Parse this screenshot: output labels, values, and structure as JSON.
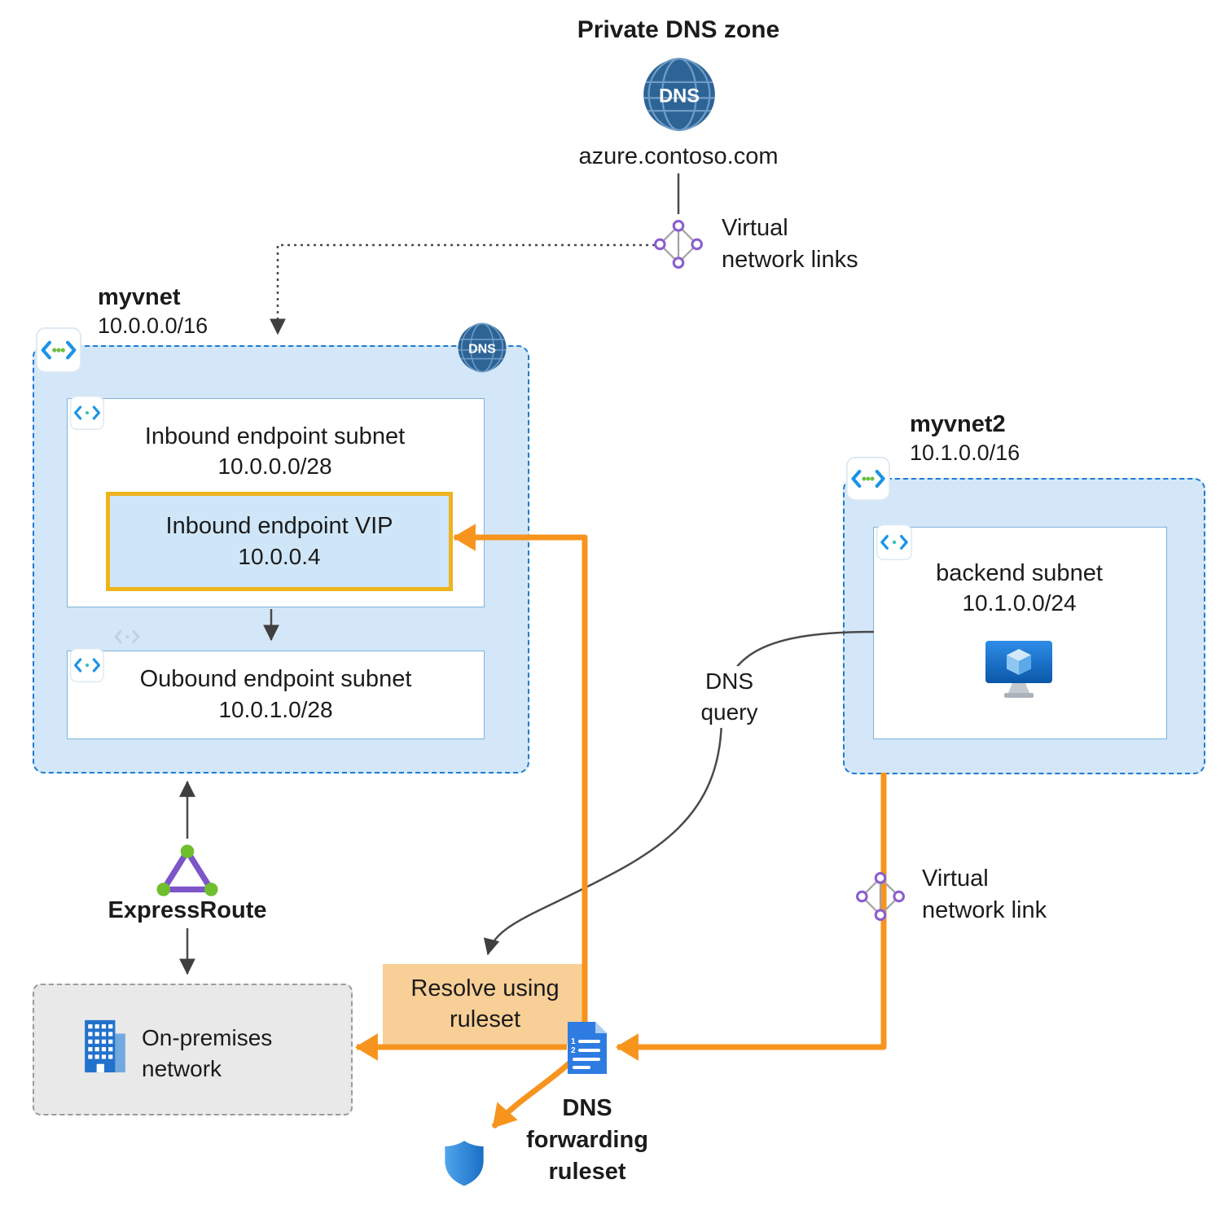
{
  "colors": {
    "vnet_fill": "#d3e7f8",
    "vnet_border": "#1e7ad4",
    "subnet_border": "#7fb3da",
    "vip_border": "#EDB41C",
    "orange_arrow": "#F7941E",
    "resolve_fill": "#F8CF96",
    "onprem_fill": "#E9E9E9",
    "dns_globe": "#2d6496"
  },
  "icons": {
    "dns_label": "DNS",
    "ruleset_item1": "1",
    "ruleset_item2": "2"
  },
  "private_dns_zone": {
    "title": "Private DNS zone",
    "domain": "azure.contoso.com"
  },
  "virtual_network_links_label": "Virtual network links",
  "virtual_network_link_label": "Virtual network link",
  "dns_query_label": "DNS query",
  "myvnet": {
    "name": "myvnet",
    "cidr": "10.0.0.0/16",
    "inbound_subnet": {
      "label": "Inbound endpoint subnet",
      "cidr": "10.0.0.0/28"
    },
    "vip": {
      "label": "Inbound endpoint VIP",
      "ip": "10.0.0.4"
    },
    "outbound_subnet": {
      "label": "Oubound endpoint subnet",
      "cidr": "10.0.1.0/28"
    }
  },
  "myvnet2": {
    "name": "myvnet2",
    "cidr": "10.1.0.0/16",
    "backend_subnet": {
      "label": "backend subnet",
      "cidr": "10.1.0.0/24"
    }
  },
  "expressroute_label": "ExpressRoute",
  "onprem_label": "On-premises network",
  "resolve_label": "Resolve using ruleset",
  "ruleset_label": "DNS forwarding ruleset"
}
